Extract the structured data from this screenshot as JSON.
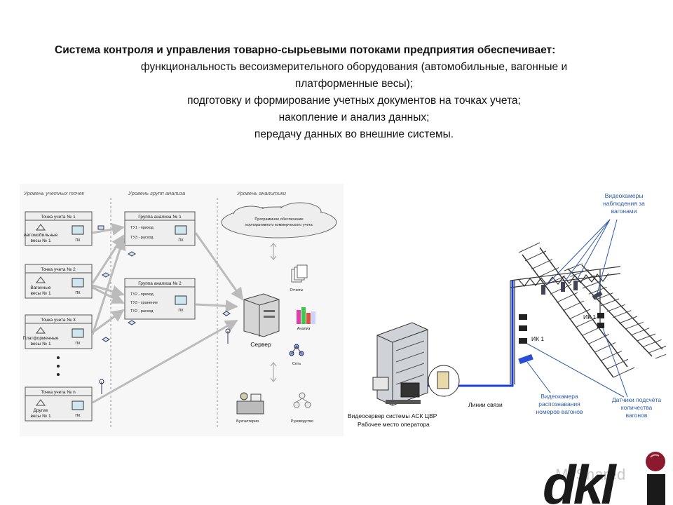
{
  "intro": {
    "title": "Система контроля и управления товарно-сырьевыми потоками предприятия обеспечивает:",
    "items": [
      "функциональность весоизмерительного оборудования (автомобильные, вагонные и",
      "платформенные весы);",
      "подготовку и формирование учетных документов на точках учета;",
      "накопление и анализ данных;",
      "передачу данных во внешние системы."
    ]
  },
  "left_diagram": {
    "levels": [
      "Уровень учетных точек",
      "Уровень групп анализа",
      "Уровень аналитики"
    ],
    "points": [
      {
        "title": "Точка учета № 1",
        "name1": "Автомобильные",
        "name2": "весы № 1",
        "pc": "ПК"
      },
      {
        "title": "Точка учета № 2",
        "name1": "Вагонные",
        "name2": "весы № 1",
        "pc": "ПК"
      },
      {
        "title": "Точка учета № 3",
        "name1": "Платформенные",
        "name2": "весы № 1",
        "pc": "ПК"
      },
      {
        "title": "Точка учета № n",
        "name1": "Другие",
        "name2": "весы № 1",
        "pc": "ПК"
      }
    ],
    "groups": [
      {
        "title": "Группа анализа № 1",
        "lines": [
          "ТУ1 - приход",
          "ТУ3 - расход"
        ],
        "pc": "ПК"
      },
      {
        "title": "Группа анализа № 2",
        "lines": [
          "ТУ2 - приход",
          "ТУ3 - хранение",
          "ТУ2 - расход"
        ],
        "pc": "ПК"
      }
    ],
    "cloud1": "Программное обеспечение",
    "cloud2": "корпоративного коммерческого учета",
    "server": "Сервер",
    "reports": "Отчеты",
    "analysis": "Анализ",
    "network": "Сеть",
    "accounting": "Бухгалтерия",
    "management": "Руководство"
  },
  "right_diagram": {
    "cameras_note": [
      "Видеокамеры",
      "наблюдения за",
      "вагонами"
    ],
    "ik1": "ИК 1",
    "link": "Линии связи",
    "server_caption": [
      "Видеосервер системы АСК ЦВР",
      "Рабочее место оператора"
    ],
    "camera_recog": [
      "Видеокамера",
      "распознавания",
      "номеров вагонов"
    ],
    "sensors": [
      "Датчики подсчёта",
      "количества",
      "вагонов"
    ]
  },
  "logo": {
    "text": "dkl",
    "watermark": "MyShared"
  },
  "colors": {
    "accent_blue": "#1a3fd1",
    "logo_dark": "#1a1a1a",
    "logo_red": "#8b1a2e"
  }
}
